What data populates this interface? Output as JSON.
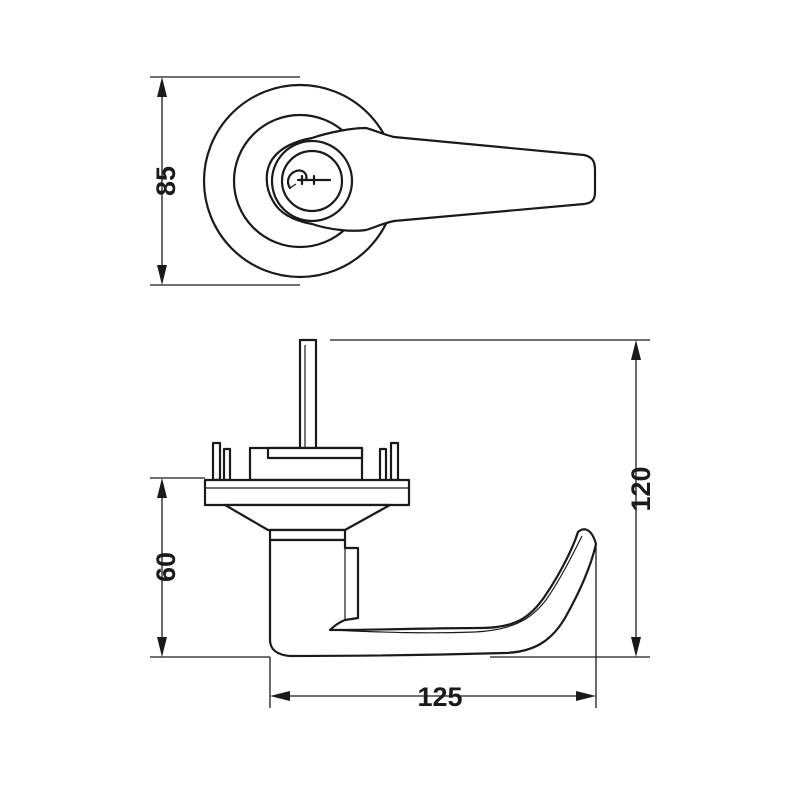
{
  "dimensions": {
    "rosette_diameter": "85",
    "total_height": "120",
    "lever_height": "60",
    "lever_length": "125"
  },
  "colors": {
    "line": "#1a1a1a",
    "background": "#ffffff"
  }
}
